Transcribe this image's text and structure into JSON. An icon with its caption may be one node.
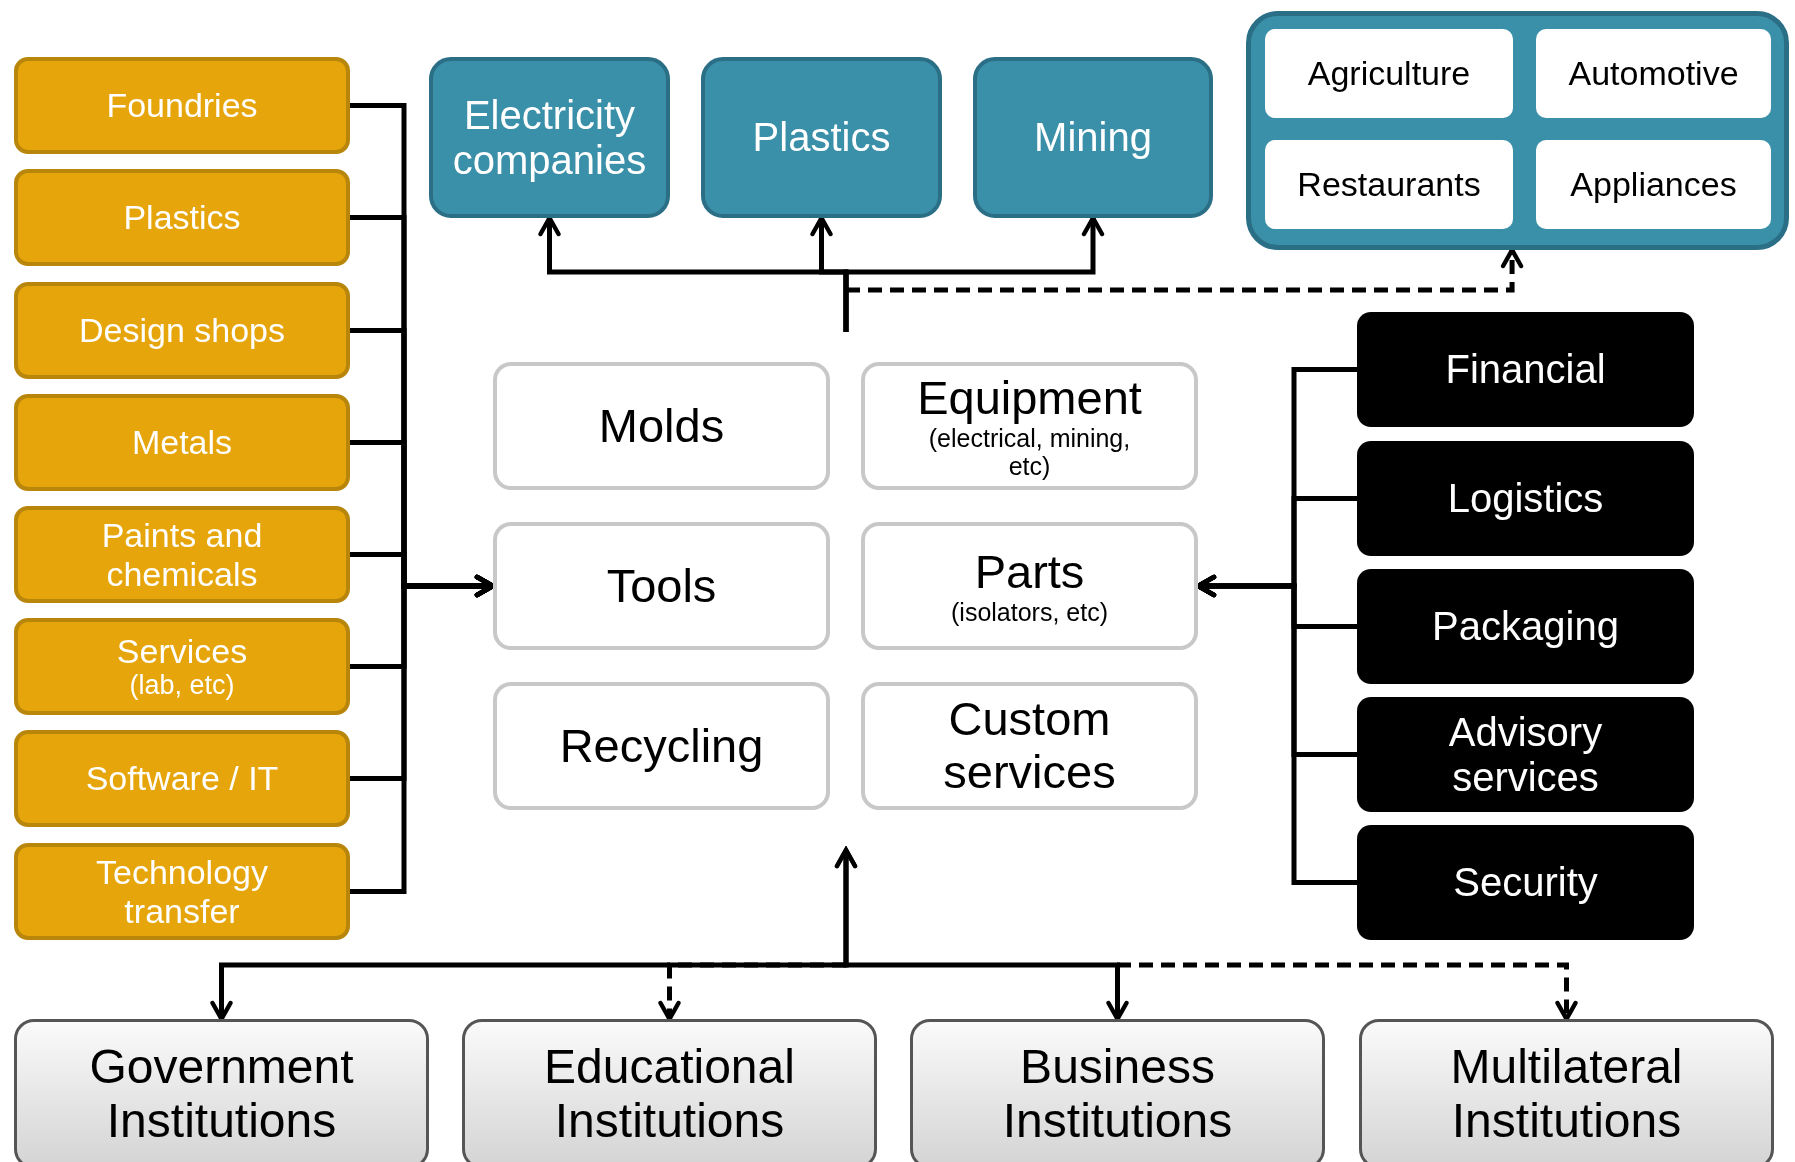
{
  "diagram": {
    "nodes": [
      {
        "text": [
          "Foundries"
        ]
      },
      {
        "text": [
          "Plastics"
        ]
      },
      {
        "text": [
          "Design shops"
        ]
      },
      {
        "text": [
          "Metals"
        ]
      },
      {
        "text": [
          "Paints and chemicals"
        ]
      },
      {
        "text": [
          "Services",
          "(lab, etc)"
        ]
      },
      {
        "text": [
          "Software / IT"
        ]
      },
      {
        "text": [
          "Technology transfer"
        ]
      },
      {
        "text": [
          "Electricity companies"
        ]
      },
      {
        "text": [
          "Plastics"
        ]
      },
      {
        "text": [
          "Mining"
        ]
      },
      {
        "text": [],
        "shape": "box"
      },
      {
        "text": [
          "Agriculture"
        ],
        "in": 11
      },
      {
        "text": [
          "Automotive"
        ],
        "in": 11
      },
      {
        "text": [
          "Restaurants"
        ],
        "in": 11
      },
      {
        "text": [
          "Appliances"
        ],
        "in": 11
      },
      {
        "text": [
          "Molds"
        ]
      },
      {
        "text": [
          "Equipment",
          "(electrical, mining, etc)"
        ]
      },
      {
        "text": [
          "Tools"
        ]
      },
      {
        "text": [
          "Parts",
          "(isolators, etc)"
        ]
      },
      {
        "text": [
          "Recycling"
        ]
      },
      {
        "text": [
          "Custom services"
        ]
      },
      {
        "text": [
          "Financial"
        ]
      },
      {
        "text": [
          "Logistics"
        ]
      },
      {
        "text": [
          "Packaging"
        ]
      },
      {
        "text": [
          "Advisory services"
        ]
      },
      {
        "text": [
          "Security"
        ]
      },
      {
        "text": [
          "Government Institutions"
        ]
      },
      {
        "text": [
          "Educational Institutions"
        ]
      },
      {
        "text": [
          "Business Institutions"
        ]
      },
      {
        "text": [
          "Multilateral Institutions"
        ]
      }
    ],
    "edges": [
      {
        "from": 0,
        "to": 18,
        "arrow": "to"
      },
      {
        "from": 1,
        "to": 18,
        "arrow": "to"
      },
      {
        "from": 2,
        "to": 18,
        "arrow": "to"
      },
      {
        "from": 3,
        "to": 18,
        "arrow": "to"
      },
      {
        "from": 4,
        "to": 18,
        "arrow": "to"
      },
      {
        "from": 5,
        "to": 18,
        "arrow": "to"
      },
      {
        "from": 6,
        "to": 18,
        "arrow": "to"
      },
      {
        "from": 7,
        "to": 18,
        "arrow": "to"
      },
      {
        "from": 22,
        "to": 19,
        "arrow": "to"
      },
      {
        "from": 23,
        "to": 19,
        "arrow": "to"
      },
      {
        "from": 24,
        "to": 19,
        "arrow": "to"
      },
      {
        "from": 25,
        "to": 19,
        "arrow": "to"
      },
      {
        "from": 26,
        "to": 19,
        "arrow": "to"
      },
      {
        "from": null,
        "to": 8,
        "arrow": "to"
      },
      {
        "from": null,
        "to": 9,
        "arrow": "to"
      },
      {
        "from": null,
        "to": 10,
        "arrow": "to"
      },
      {
        "from": null,
        "to": 11,
        "arrow": "to",
        "style": "dashed"
      },
      {
        "from": 20,
        "to": 27,
        "arrow": "both"
      },
      {
        "from": null,
        "to": 28,
        "arrow": "to",
        "style": "dashed"
      },
      {
        "from": 20,
        "to": 29,
        "arrow": "both"
      },
      {
        "from": null,
        "to": 30,
        "arrow": "to",
        "style": "dashed"
      }
    ]
  }
}
